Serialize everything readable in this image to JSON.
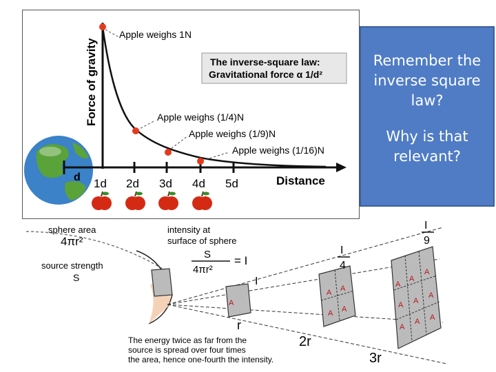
{
  "graph": {
    "ylabel": "Force of gravity",
    "xlabel": "Distance",
    "origin_label": "d",
    "x_ticks": [
      "1d",
      "2d",
      "3d",
      "4d",
      "5d"
    ],
    "law_title": "The inverse-square law:",
    "law_formula": "Gravitational force α 1/d²",
    "annotations": [
      "Apple weighs 1N",
      "Apple weighs (1/4)N",
      "Apple weighs (1/9)N",
      "Apple weighs (1/16)N"
    ],
    "apple_count": 4,
    "colors": {
      "curve": "#111111",
      "point": "#e5391c",
      "apple": "#d42a14"
    }
  },
  "callout": {
    "line1": "Remember the inverse square law?",
    "line2": "Why is that relevant?"
  },
  "diagram": {
    "sphere_area_label": "sphere area",
    "sphere_area_formula": "4πr²",
    "intensity_label_1": "intensity at",
    "intensity_label_2": "surface of sphere",
    "intensity_formula_num": "S",
    "intensity_formula_den": "4πr²",
    "intensity_formula_eq": "= I",
    "source_label": "source strength",
    "source_symbol": "S",
    "fraction_1_num": "I",
    "fraction_4_num": "I",
    "fraction_4_den": "4",
    "fraction_9_num": "I",
    "fraction_9_den": "9",
    "r1": "r",
    "r2": "2r",
    "r3": "3r",
    "caption_1": "The energy twice as far from the",
    "caption_2": "source is spread over four times",
    "caption_3": "the area, hence one-fourth the intensity.",
    "patch_letter": "A"
  }
}
